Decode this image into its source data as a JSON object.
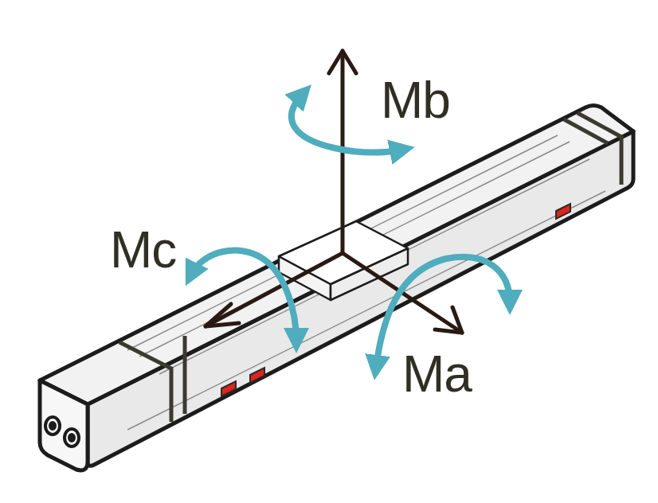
{
  "diagram": {
    "labels": [
      "Mb",
      "Mc",
      "Ma"
    ]
  }
}
